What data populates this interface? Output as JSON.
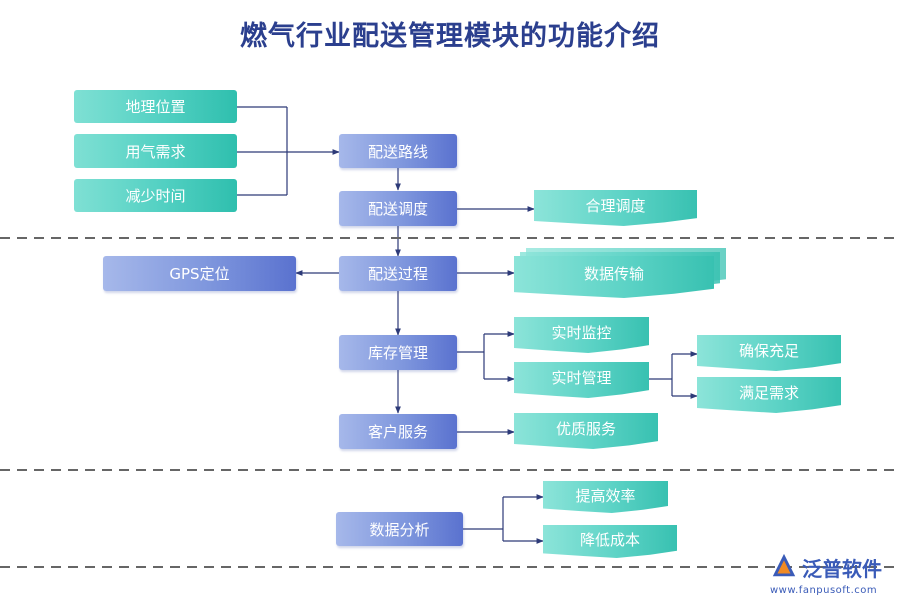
{
  "title": "燃气行业配送管理模块的功能介绍",
  "inputs": [
    "地理位置",
    "用气需求",
    "减少时间"
  ],
  "process": {
    "route": "配送路线",
    "dispatch": "配送调度",
    "delivery": "配送过程",
    "inventory": "库存管理",
    "service": "客户服务",
    "analysis": "数据分析"
  },
  "outputs": {
    "reasonable_dispatch": "合理调度",
    "gps": "GPS定位",
    "data_transfer": "数据传输",
    "realtime_monitor": "实时监控",
    "realtime_manage": "实时管理",
    "ensure_supply": "确保充足",
    "meet_demand": "满足需求",
    "quality_service": "优质服务",
    "improve_efficiency": "提高效率",
    "reduce_cost": "降低成本"
  },
  "watermark": {
    "brand": "泛普软件",
    "url": "www.fanpusoft.com"
  },
  "colors": {
    "title": "#2b3f8e",
    "teal": "#52d0c2",
    "blue": "#7e96dd",
    "connector": "#2d3a78",
    "divider": "#666666"
  }
}
